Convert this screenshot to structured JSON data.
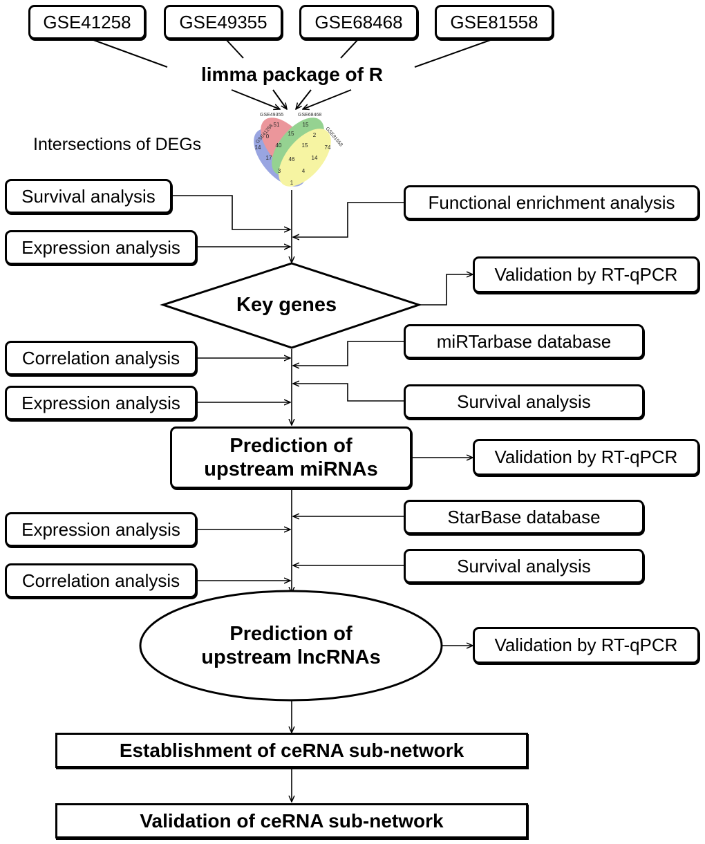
{
  "datasets": [
    "GSE41258",
    "GSE49355",
    "GSE68468",
    "GSE81558"
  ],
  "limma_label": "limma package of R",
  "intersections_label": "Intersections of DEGs",
  "venn": {
    "sets": [
      {
        "name": "GSE41258",
        "color": "#5b6fcf"
      },
      {
        "name": "GSE49355",
        "color": "#e0565e"
      },
      {
        "name": "GSE68468",
        "color": "#55b84f"
      },
      {
        "name": "GSE81558",
        "color": "#f2ee6a"
      }
    ],
    "counts": [
      "14",
      "51",
      "0",
      "15",
      "15",
      "40",
      "2",
      "15",
      "74",
      "17",
      "46",
      "14",
      "3",
      "4",
      "1"
    ]
  },
  "stage1": {
    "left_inputs": [
      "Survival analysis",
      "Expression analysis"
    ],
    "right_inputs": [
      "Functional enrichment analysis"
    ],
    "node": "Key genes",
    "validation": "Validation by RT-qPCR"
  },
  "stage2": {
    "left_inputs": [
      "Correlation analysis",
      "Expression analysis"
    ],
    "right_inputs": [
      "miRTarbase database",
      "Survival analysis"
    ],
    "node_line1": "Prediction of",
    "node_line2": "upstream miRNAs",
    "validation": "Validation by RT-qPCR"
  },
  "stage3": {
    "left_inputs": [
      "Expression analysis",
      "Correlation analysis"
    ],
    "right_inputs": [
      "StarBase database",
      "Survival analysis"
    ],
    "node_line1": "Prediction of",
    "node_line2": "upstream lncRNAs",
    "validation": "Validation by RT-qPCR"
  },
  "establishment": "Establishment of ceRNA sub-network",
  "final_validation": "Validation of ceRNA sub-network"
}
